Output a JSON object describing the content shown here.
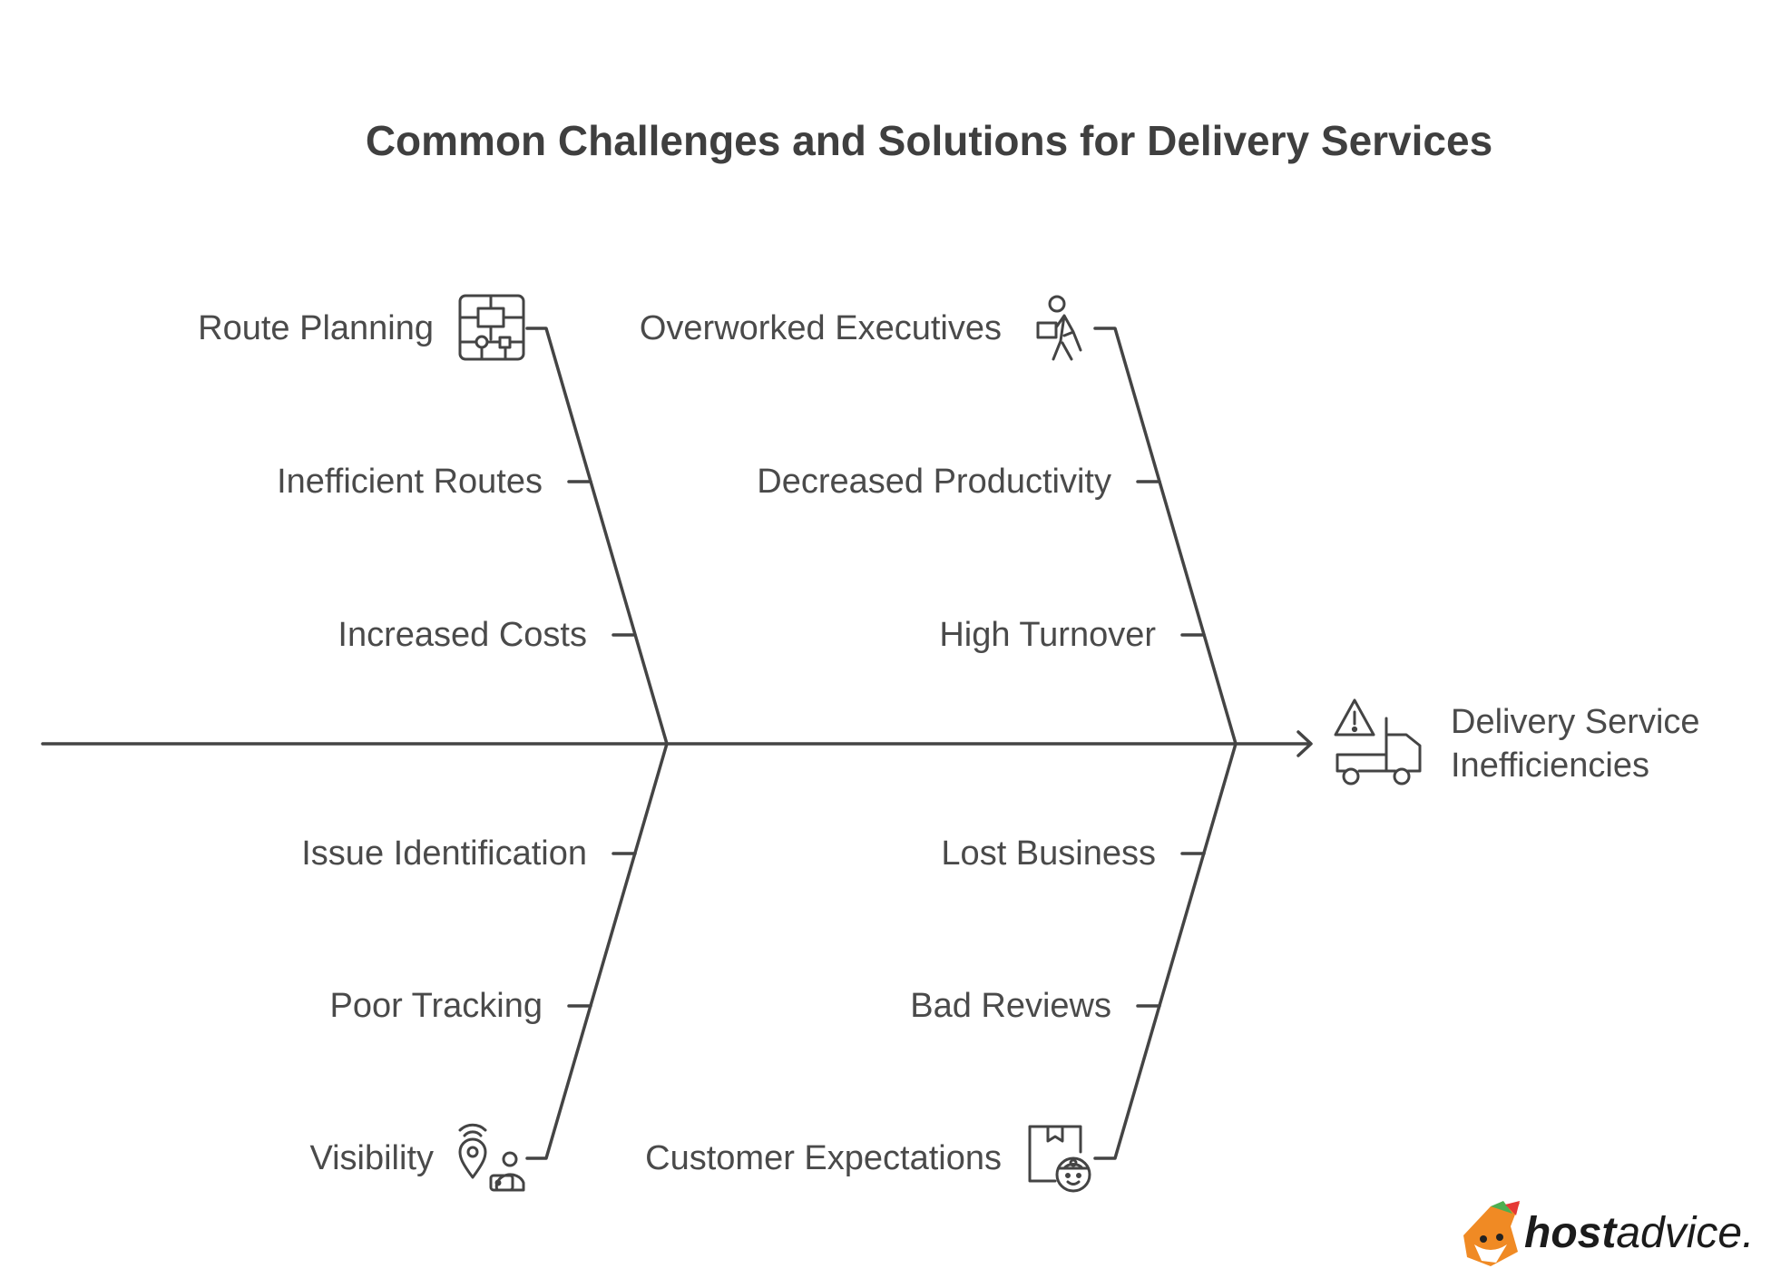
{
  "title": "Common Challenges and Solutions for Delivery Services",
  "effect": {
    "line1": "Delivery Service",
    "line2": "Inefficiencies",
    "icon": "warning-truck-icon"
  },
  "upper_left": {
    "category": "Route Planning",
    "icon": "route-map-icon",
    "causes": [
      "Inefficient Routes",
      "Increased Costs"
    ]
  },
  "upper_right": {
    "category": "Overworked Executives",
    "icon": "courier-person-icon",
    "causes": [
      "Decreased Productivity",
      "High Turnover"
    ]
  },
  "lower_left": {
    "category": "Visibility",
    "icon": "location-tracking-icon",
    "causes": [
      "Issue Identification",
      "Poor Tracking"
    ]
  },
  "lower_right": {
    "category": "Customer Expectations",
    "icon": "package-customer-icon",
    "causes": [
      "Lost Business",
      "Bad Reviews"
    ]
  },
  "logo": {
    "bold": "host",
    "rest": "advice."
  },
  "colors": {
    "line": "#444444",
    "text": "#4a4a4a"
  }
}
